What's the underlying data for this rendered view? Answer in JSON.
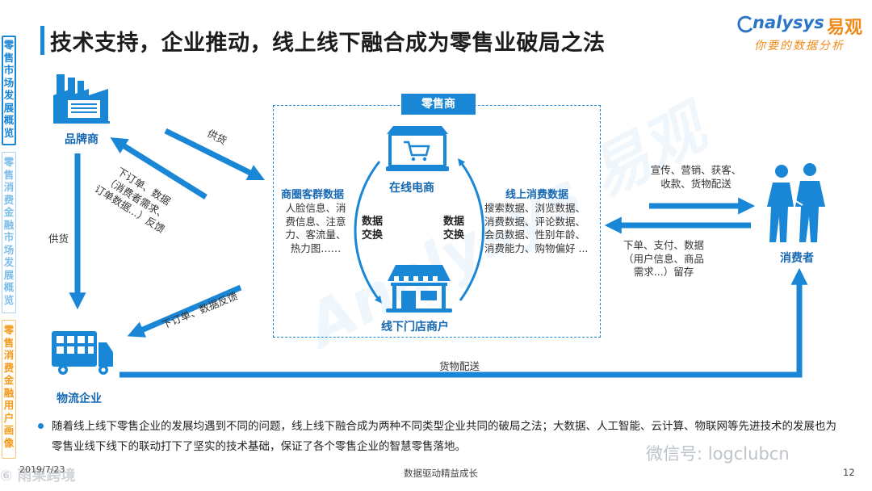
{
  "nav": {
    "tabs": [
      {
        "label": "零售市场发展概览",
        "state": "active"
      },
      {
        "label": "零售消费金融市场发展概览",
        "state": "inactive"
      },
      {
        "label": "零售消费金融用户画像",
        "state": "highlight"
      }
    ]
  },
  "header": {
    "title": "技术支持，企业推动，线上线下融合成为零售业破局之法",
    "logo_en": "nalysys",
    "logo_cn": "易观",
    "logo_slogan": "你要的数据分析"
  },
  "diagram": {
    "brand": "品牌商",
    "logistics": "物流企业",
    "consumer": "消费者",
    "retailer": "零售商",
    "online": "在线电商",
    "offline": "线下门店商户",
    "exchange_left": [
      "数据",
      "交换"
    ],
    "exchange_right": [
      "数据",
      "交换"
    ],
    "circle_data_title": "商圈客群数据",
    "circle_data_body": [
      "人脸信息、消",
      "费信息、注意",
      "力、客流量、",
      "热力图……"
    ],
    "online_data_title": "线上消费数据",
    "online_data_body": [
      "搜索数据、浏览数据、",
      "消费数据、评论数据、",
      "会员数据、性别年龄、",
      "消费能力、购物偏好 ..."
    ],
    "supply_brand_retail": "供货",
    "order_to_brand": [
      "下订单、数据",
      "（消费者需求、",
      "订单数据...）反馈"
    ],
    "supply_brand_logistics": "供货",
    "order_to_logistics": "下订单、数据反馈",
    "to_consumer": [
      "宣传、营销、获客、",
      "收款、货物配送"
    ],
    "from_consumer": [
      "下单、支付、数据",
      "（用户信息、商品",
      "需求...）留存"
    ],
    "delivery": "货物配送"
  },
  "bullet": "随着线上线下零售企业的发展均遇到不同的问题，线上线下融合成为两种不同类型企业共同的破局之法；大数据、人工智能、云计算、物联网等先进技术的发展也为零售业线下线下的联动打下了坚实的技术基础，保证了各个零售企业的智慧零售落地。",
  "footer": {
    "date": "2019/7/23",
    "center": "数据驱动精益成长",
    "page": "12"
  },
  "watermarks": {
    "left": "⑥ 雨果跨境",
    "right": "微信号: logclubcn"
  },
  "colors": {
    "primary": "#1a86d6",
    "dark_blue": "#1768b3",
    "orange": "#f39a1b"
  }
}
